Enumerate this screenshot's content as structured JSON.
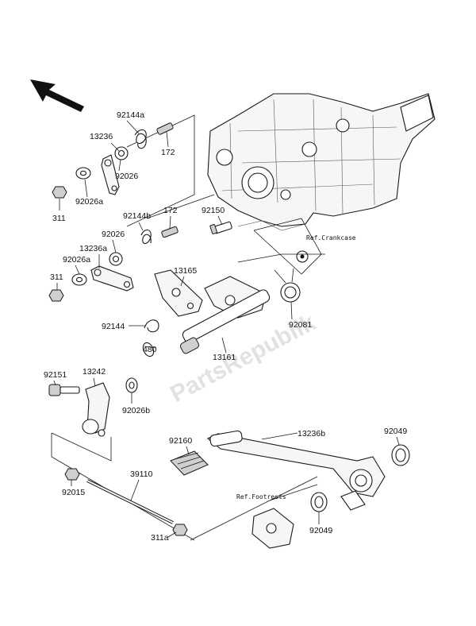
{
  "labels": {
    "l92144a": "92144a",
    "l13236": "13236",
    "l92026_top": "92026",
    "l172_top": "172",
    "l311_top": "311",
    "l92026a_top": "92026a",
    "l92144b": "92144b",
    "l172_mid": "172",
    "l92150": "92150",
    "l92026_mid": "92026",
    "l13236a": "13236a",
    "l92026a_mid": "92026a",
    "l311_mid": "311",
    "l13165": "13165",
    "l92081": "92081",
    "l92144": "92144",
    "l480": "480",
    "l13161": "13161",
    "l92151": "92151",
    "l13242": "13242",
    "l92026b": "92026b",
    "l92160": "92160",
    "l13236b": "13236b",
    "l92049_top": "92049",
    "l39110": "39110",
    "l92015": "92015",
    "l92049_bot": "92049",
    "l311a": "311a"
  },
  "refs": {
    "crankcase": "Ref.Crankcase",
    "footrests": "Ref.Footrests"
  },
  "watermark": "PartsRepublik"
}
